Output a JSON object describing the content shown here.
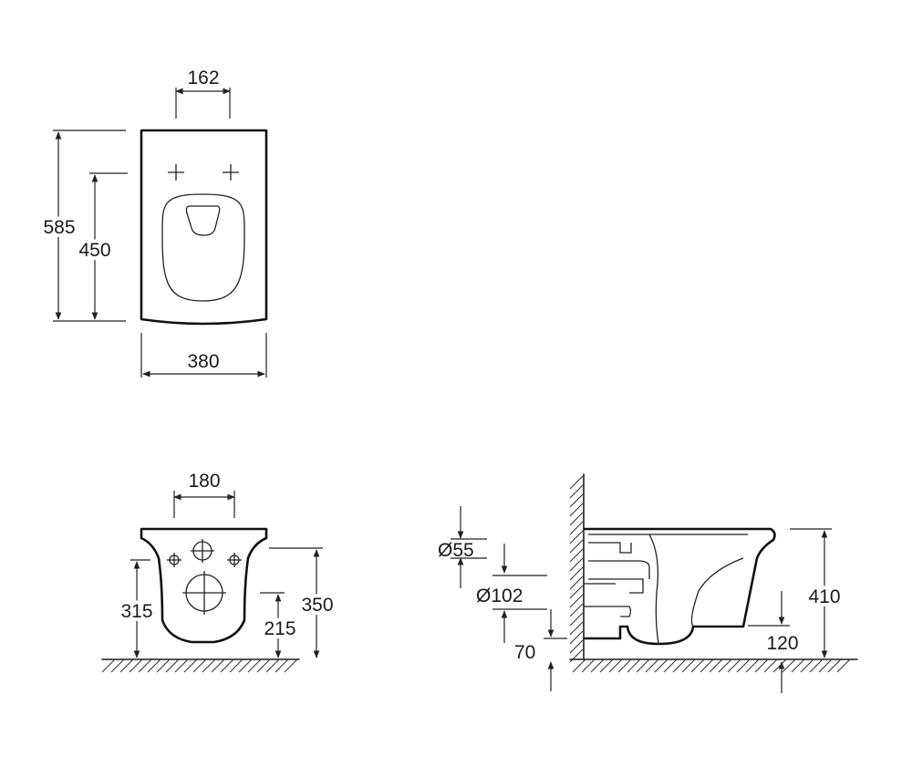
{
  "top_view": {
    "width_380": "380",
    "length_585": "585",
    "fixing_450": "450",
    "fixing_spacing_162": "162"
  },
  "front_view": {
    "fixing_spacing_180": "180",
    "height_315": "315",
    "waste_215": "215",
    "rim_350": "350"
  },
  "side_view": {
    "inlet_dia": "Ø55",
    "outlet_dia": "Ø102",
    "floor_70": "70",
    "height_410": "410",
    "outlet_120": "120"
  },
  "colors": {
    "line": "#111111",
    "background": "#ffffff"
  }
}
